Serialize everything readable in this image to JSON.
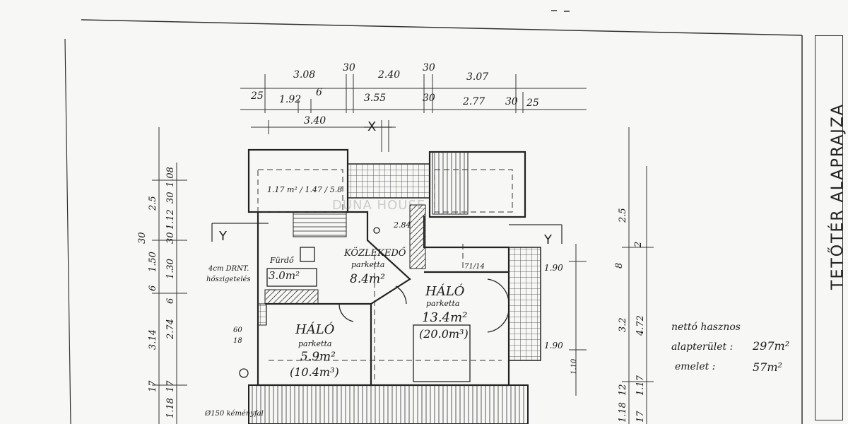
{
  "title": "TETŐTÉR ALAPRAJZA",
  "watermark": "DUNA HOUSE",
  "dimensions": {
    "top_row1": [
      "3.08",
      "30",
      "2.40",
      "30",
      "3.07"
    ],
    "top_row2": [
      "25",
      "1.92",
      "6",
      "3.55",
      "30",
      "2.77",
      "30",
      "25"
    ],
    "top_row3": [
      "3.40"
    ],
    "left": [
      "2.5",
      "30",
      "1.08",
      "1.12",
      "30",
      "1.50",
      "30",
      "1.30",
      "6",
      "3.14",
      "2.74",
      "6",
      "17",
      "1.18",
      "17"
    ],
    "right": [
      "2.5",
      "8",
      "2",
      "3.2",
      "4.72",
      "12",
      "1.17",
      "1.18",
      "17"
    ],
    "misc": [
      "1.90",
      "1.90",
      "1.10",
      "2.84",
      "60",
      "18",
      "71/14"
    ]
  },
  "rooms": [
    {
      "name": "KÖZLEKEDŐ",
      "floor": "parketta",
      "area": "8.4m²"
    },
    {
      "name": "HÁLÓ",
      "floor": "parketta",
      "area": "13.4m²",
      "volume": "(20.0m³)"
    },
    {
      "name": "HÁLÓ",
      "floor": "parketta",
      "area": "5.9m²",
      "volume": "(10.4m³)"
    },
    {
      "name": "Fürdő",
      "area": "3.0m²"
    }
  ],
  "notes": {
    "left_note_line1": "4cm DRNT.",
    "left_note_line2": "hőszigetelés",
    "chimney": "Ø150 kéményfal",
    "room_top_left": "1.17 m² / 1.47 / 5.8"
  },
  "summary": {
    "line1": "nettó hasznos",
    "line2": "alapterület :",
    "value1": "297m²",
    "line3": "emelet :",
    "value2": "57m²"
  },
  "axis_labels": {
    "x": "X",
    "y_left": "Y",
    "y_right": "Y"
  }
}
